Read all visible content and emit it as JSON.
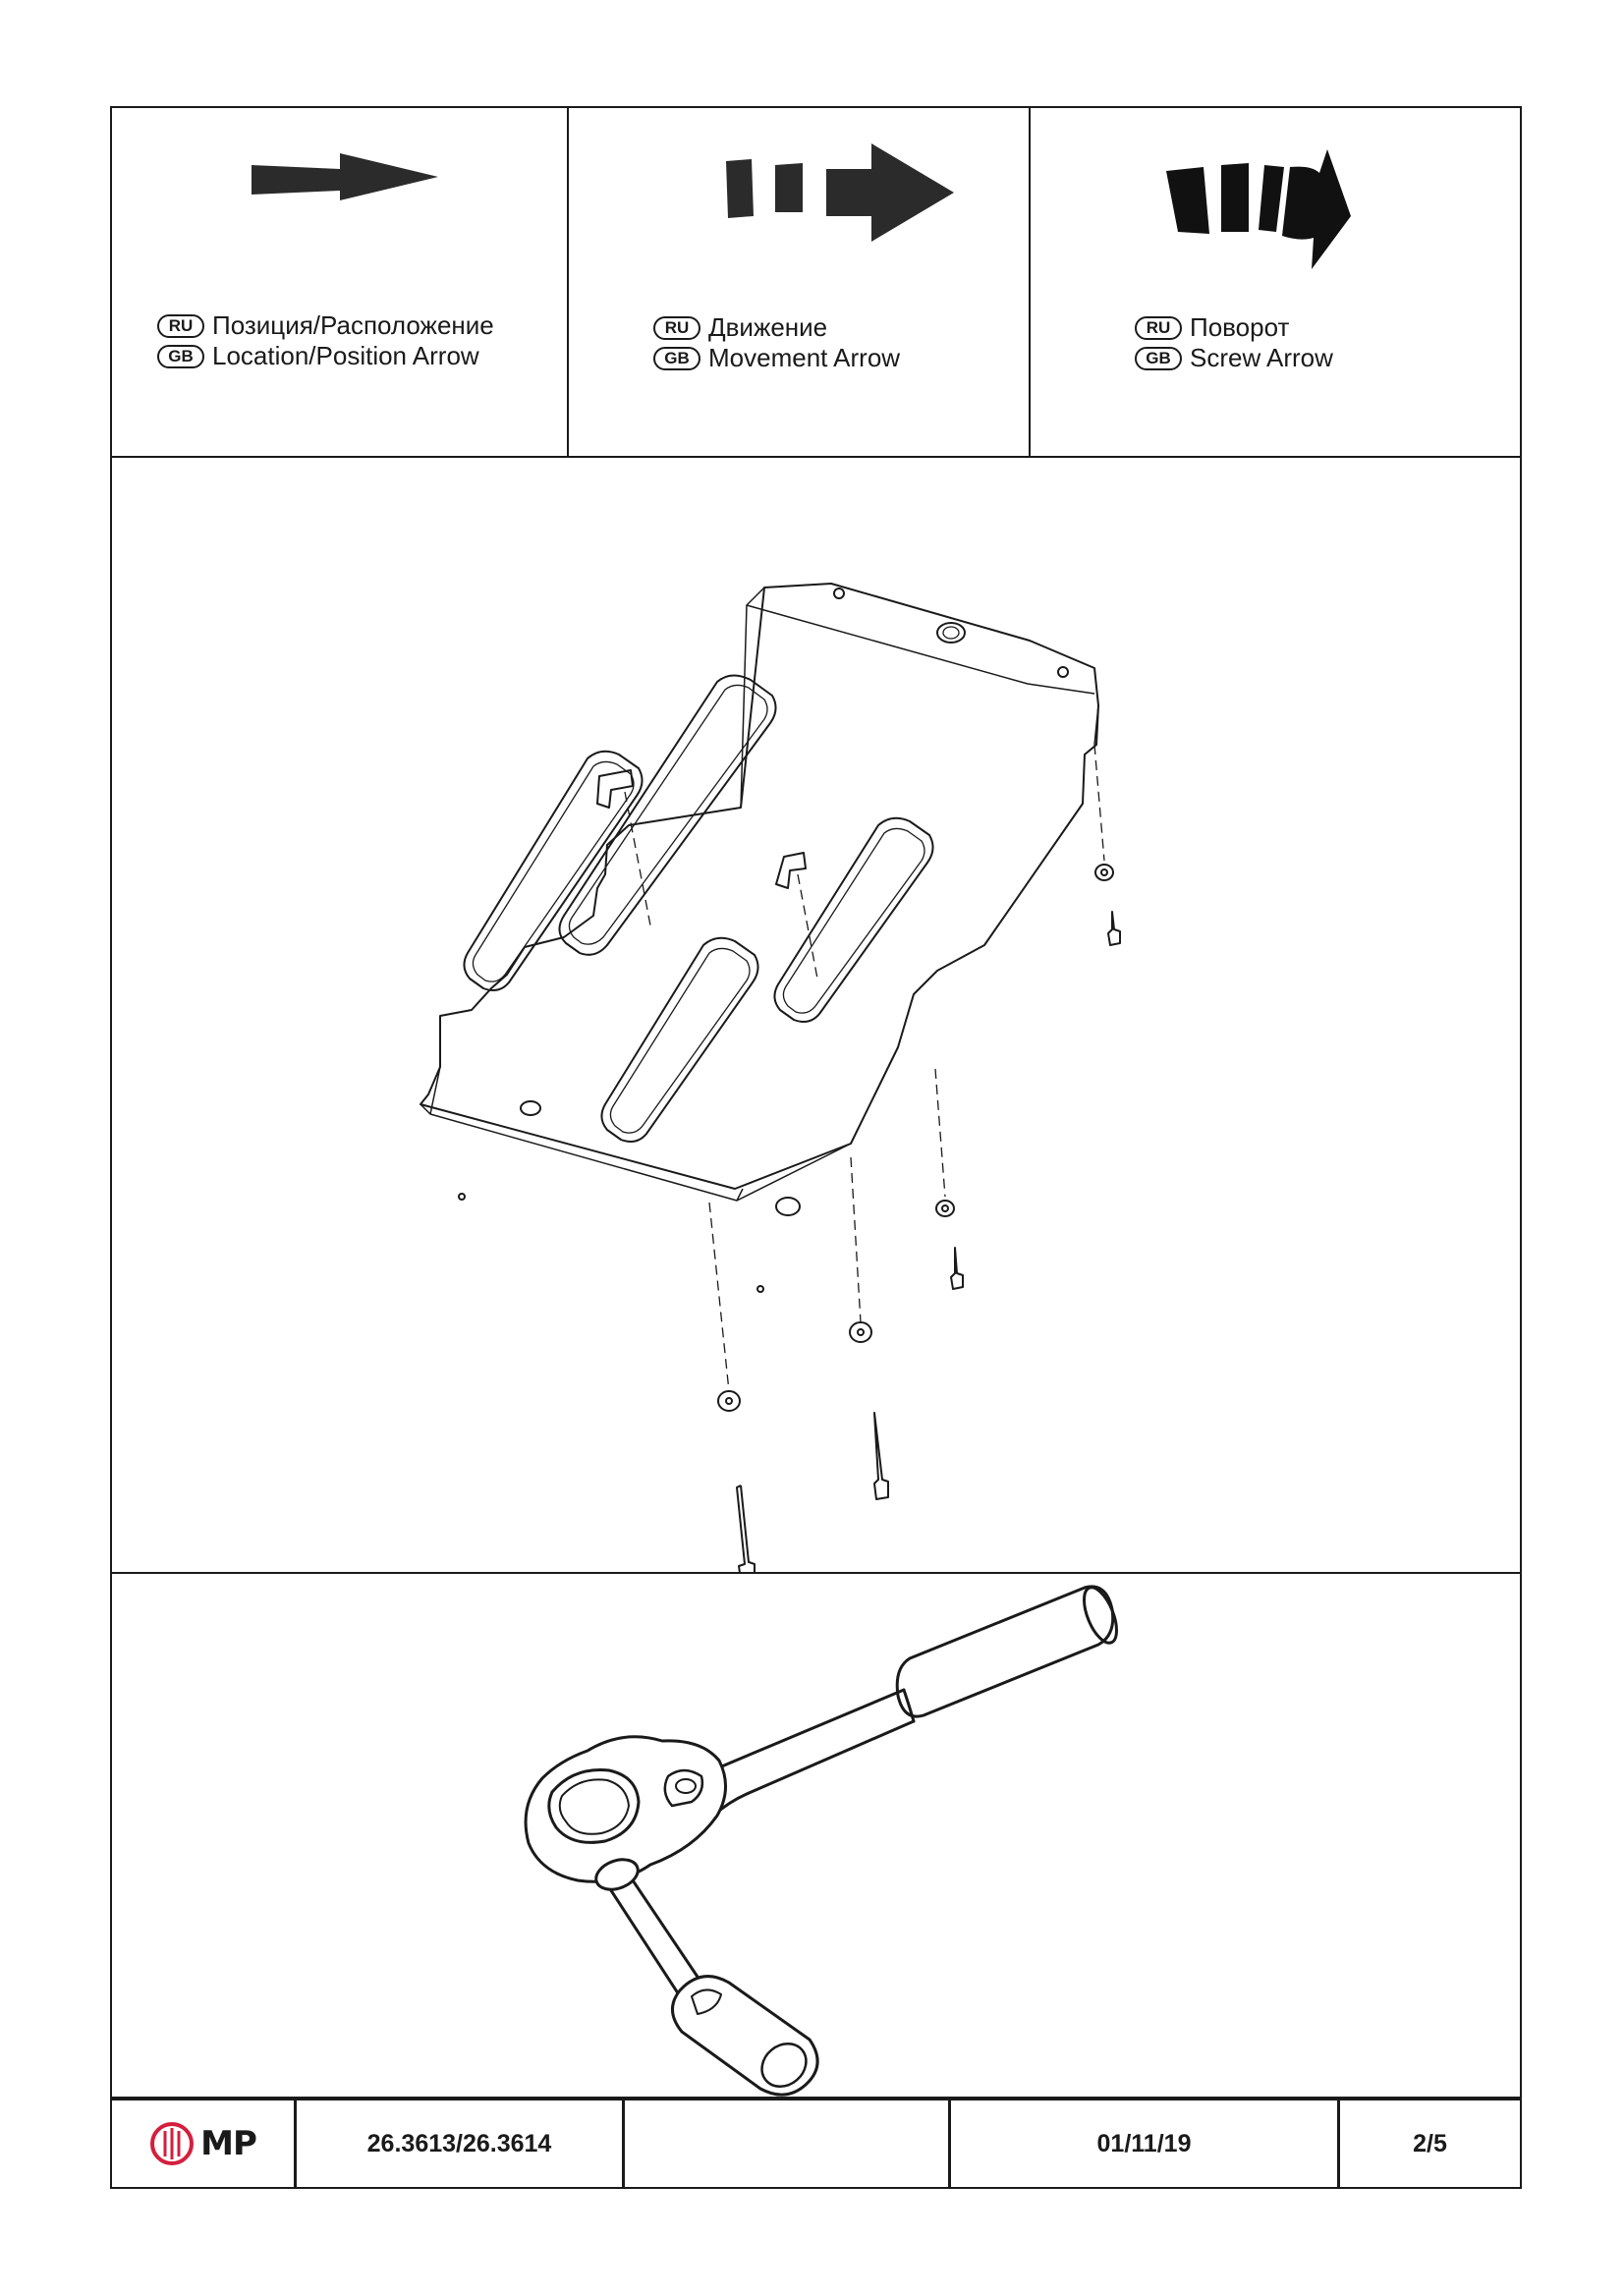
{
  "legend": [
    {
      "ru_badge": "RU",
      "gb_badge": "GB",
      "ru_text": "Позиция/Расположение",
      "gb_text": "Location/Position Arrow",
      "icon": "location-arrow-icon"
    },
    {
      "ru_badge": "RU",
      "gb_badge": "GB",
      "ru_text": "Движение",
      "gb_text": "Movement Arrow",
      "icon": "movement-arrow-icon"
    },
    {
      "ru_badge": "RU",
      "gb_badge": "GB",
      "ru_text": "Поворот",
      "gb_text": "Screw Arrow",
      "icon": "screw-arrow-icon"
    }
  ],
  "drawing": {
    "subject": "skid-plate-assembly-illustration"
  },
  "tool": {
    "subject": "ratchet-wrench-illustration"
  },
  "footer": {
    "logo_text": "MP",
    "logo_color": "#d41f3c",
    "part_number": "26.3613/26.3614",
    "blank": "",
    "date": "01/11/19",
    "page": "2/5"
  }
}
